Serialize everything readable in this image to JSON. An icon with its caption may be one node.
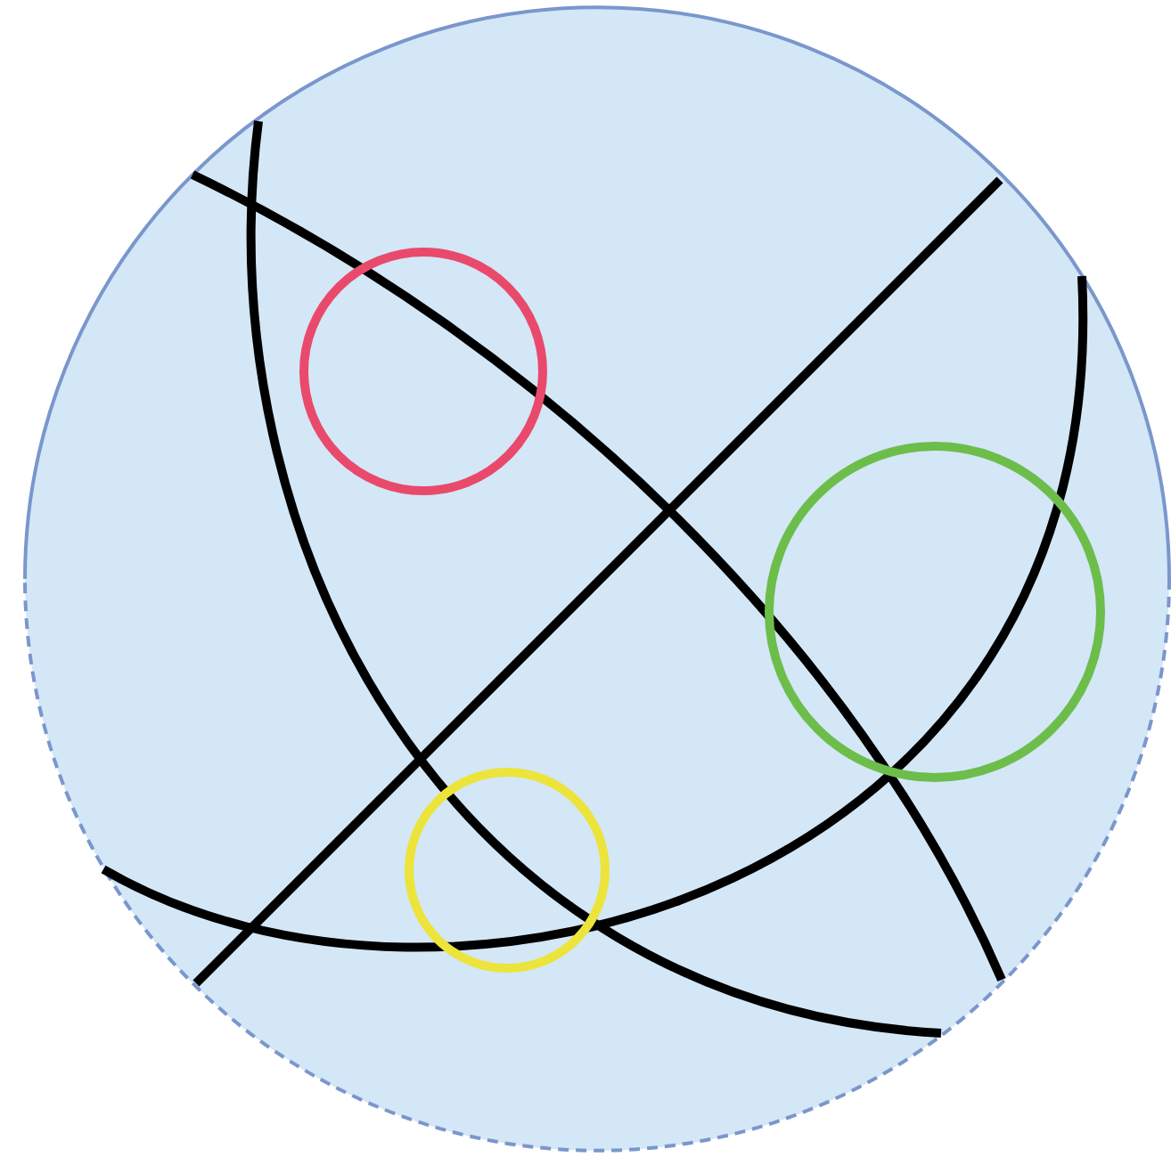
{
  "diagram": {
    "nodes": [
      {
        "text": [],
        "shape": "circle"
      },
      {
        "text": [],
        "shape": "circle",
        "in": 0
      },
      {
        "text": [],
        "shape": "circle",
        "in": 0
      },
      {
        "text": [],
        "shape": "circle",
        "in": 0
      }
    ]
  }
}
